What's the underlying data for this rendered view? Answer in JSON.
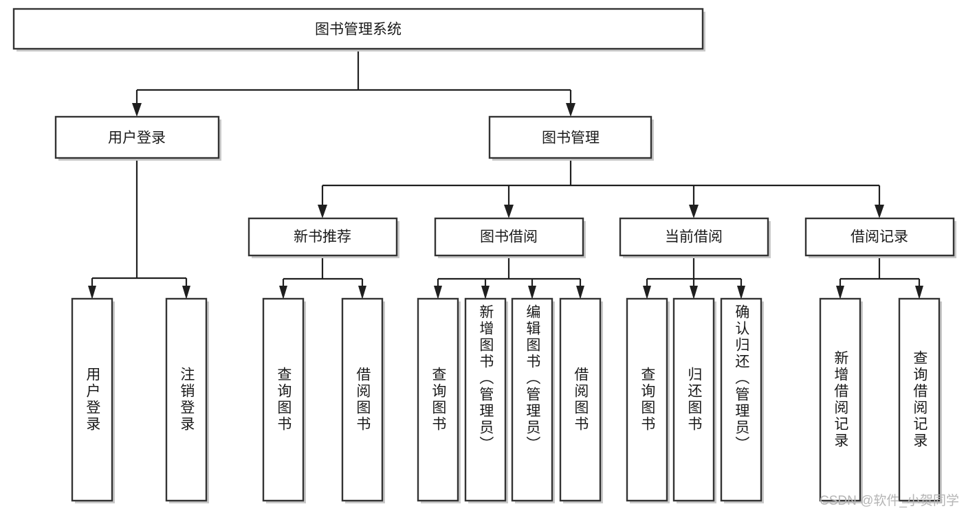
{
  "diagram": {
    "title": "图书管理系统",
    "type": "tree-hierarchy-chart",
    "watermark": "CSDN @软件_小贺同学",
    "colors": {
      "box_fill": "#ffffff",
      "box_stroke": "#333333",
      "connector": "#1f1f1f",
      "text": "#1a1a1a",
      "watermark": "#b5b5b5",
      "background": "#ffffff"
    },
    "levels": {
      "root": {
        "label": "图书管理系统"
      },
      "level2": [
        {
          "label": "用户登录"
        },
        {
          "label": "图书管理"
        }
      ],
      "level3": [
        {
          "label": "新书推荐"
        },
        {
          "label": "图书借阅"
        },
        {
          "label": "当前借阅"
        },
        {
          "label": "借阅记录"
        }
      ],
      "leaves": [
        {
          "label": "用户登录",
          "parent": "用户登录"
        },
        {
          "label": "注销登录",
          "parent": "用户登录"
        },
        {
          "label": "查询图书",
          "parent": "新书推荐"
        },
        {
          "label": "借阅图书",
          "parent": "新书推荐"
        },
        {
          "label": "查询图书",
          "parent": "图书借阅"
        },
        {
          "label": "新增图书（管理员）",
          "parent": "图书借阅"
        },
        {
          "label": "编辑图书（管理员）",
          "parent": "图书借阅"
        },
        {
          "label": "借阅图书",
          "parent": "图书借阅"
        },
        {
          "label": "查询图书",
          "parent": "当前借阅"
        },
        {
          "label": "归还图书",
          "parent": "当前借阅"
        },
        {
          "label": "确认归还（管理员）",
          "parent": "当前借阅"
        },
        {
          "label": "新增借阅记录",
          "parent": "借阅记录"
        },
        {
          "label": "查询借阅记录",
          "parent": "借阅记录"
        }
      ]
    }
  }
}
